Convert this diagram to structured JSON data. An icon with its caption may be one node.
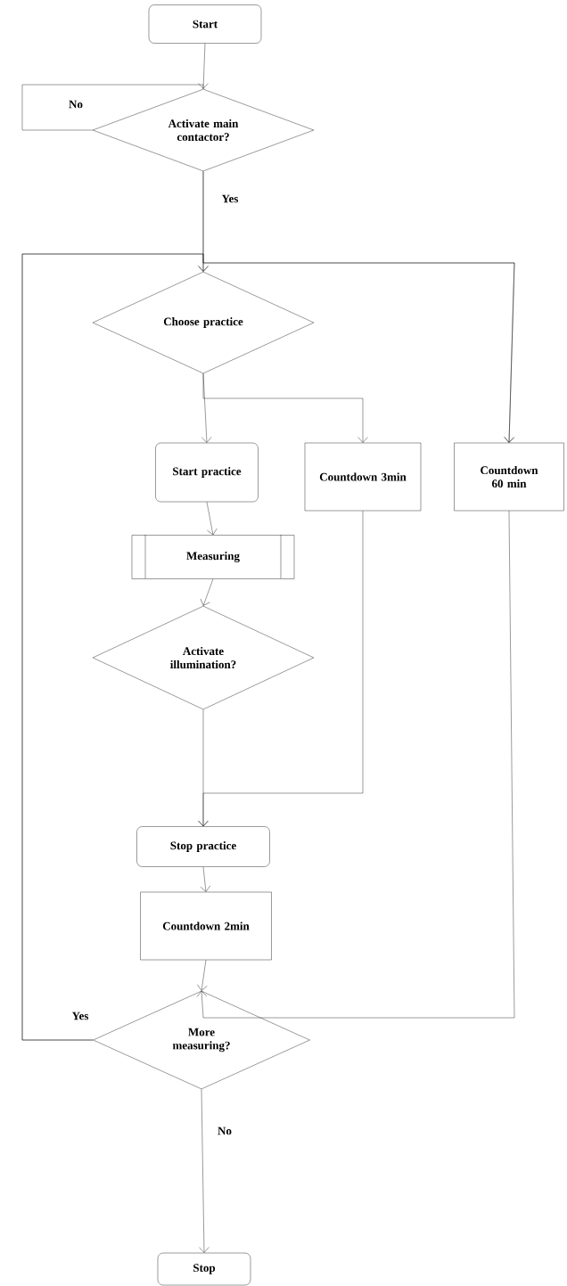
{
  "diagram": {
    "nodes": [
      {
        "text": [
          "Start"
        ]
      },
      {
        "text": [
          "Activate main contactor?"
        ]
      },
      {
        "text": [
          "Choose practice"
        ]
      },
      {
        "text": [
          "Start practice"
        ]
      },
      {
        "text": [
          "Countdown 3min"
        ]
      },
      {
        "text": [
          "Countdown 60 min"
        ]
      },
      {
        "text": [
          "Measuring"
        ]
      },
      {
        "text": [
          "Activate illumination?"
        ]
      },
      {
        "text": [
          "Stop practice"
        ]
      },
      {
        "text": [
          "Countdown 2min"
        ]
      },
      {
        "text": [
          "More measuring?"
        ]
      },
      {
        "text": [
          "Stop"
        ]
      }
    ],
    "edges": [
      {
        "from": 0,
        "to": 1,
        "arrow": "none"
      },
      {
        "from": 1,
        "to": 1,
        "arrow": "to",
        "label": "No"
      },
      {
        "from": 1,
        "to": 2,
        "arrow": "to",
        "label": "Yes"
      },
      {
        "from": 1,
        "to": 5,
        "arrow": "to"
      },
      {
        "from": 2,
        "to": 3,
        "arrow": "to"
      },
      {
        "from": 2,
        "to": 4,
        "arrow": "to"
      },
      {
        "from": 3,
        "to": 6,
        "arrow": "to"
      },
      {
        "from": 6,
        "to": 7,
        "arrow": "to"
      },
      {
        "from": 7,
        "to": 8,
        "arrow": "to"
      },
      {
        "from": 4,
        "to": 8,
        "arrow": "to"
      },
      {
        "from": 8,
        "to": 9,
        "arrow": "to"
      },
      {
        "from": 9,
        "to": 10,
        "arrow": "to"
      },
      {
        "from": 5,
        "to": 10,
        "arrow": "to"
      },
      {
        "from": 10,
        "to": 11,
        "arrow": "to",
        "label": "No"
      },
      {
        "from": 10,
        "to": 2,
        "arrow": "to",
        "label": "Yes"
      },
      {
        "from": 10,
        "to": 5,
        "arrow": "to"
      }
    ]
  }
}
